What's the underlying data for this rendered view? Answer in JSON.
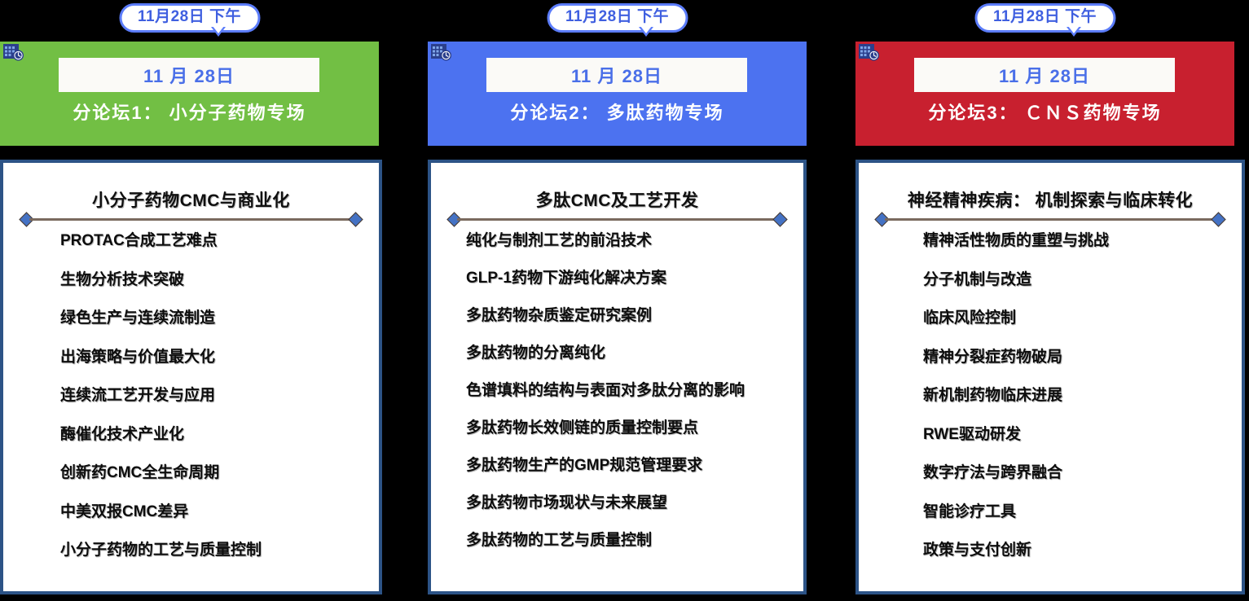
{
  "page": {
    "background_color": "#000000",
    "card_border_color": "#2C5386",
    "divider_line_color": "#7A6A5E",
    "diamond_color": "#4472C4",
    "date_text_color": "#4A6FE8",
    "bubble_border_color": "#5B7CFA"
  },
  "columns": [
    {
      "bubble_label": "11月28日 下午",
      "calendar_icon": "calendar-clock-icon",
      "header_color": "#72BF44",
      "date_label": "11 月 28日",
      "forum_title": "分论坛1： 小分子药物专场",
      "card_title": "小分子药物CMC与商业化",
      "items": [
        "PROTAC合成工艺难点",
        "生物分析技术突破",
        "绿色生产与连续流制造",
        "出海策略与价值最大化",
        "连续流工艺开发与应用",
        "酶催化技术产业化",
        "创新药CMC全生命周期",
        "中美双报CMC差异",
        "小分子药物的工艺与质量控制"
      ]
    },
    {
      "bubble_label": "11月28日 下午",
      "calendar_icon": "calendar-clock-icon",
      "header_color": "#4C72F0",
      "date_label": "11 月 28日",
      "forum_title": "分论坛2： 多肽药物专场",
      "card_title": "多肽CMC及工艺开发",
      "items": [
        "纯化与制剂工艺的前沿技术",
        " GLP-1药物下游纯化解决方案",
        "多肽药物杂质鉴定研究案例",
        "多肽药物的分离纯化",
        "色谱填料的结构与表面对多肽分离的影响",
        "多肽药物长效侧链的质量控制要点",
        "多肽药物生产的GMP规范管理要求",
        "多肽药物市场现状与未来展望",
        "多肽药物的工艺与质量控制"
      ]
    },
    {
      "bubble_label": "11月28日 下午",
      "calendar_icon": "calendar-clock-icon",
      "header_color": "#C8202F",
      "date_label": "11 月 28日",
      "forum_title": "分论坛3： ＣＮＳ药物专场",
      "card_title": "神经精神疾病： 机制探索与临床转化",
      "items": [
        "精神活性物质的重塑与挑战",
        "分子机制与改造",
        "临床风险控制",
        "精神分裂症药物破局",
        "新机制药物临床进展",
        "RWE驱动研发",
        "数字疗法与跨界融合",
        "智能诊疗工具",
        "政策与支付创新"
      ]
    }
  ]
}
